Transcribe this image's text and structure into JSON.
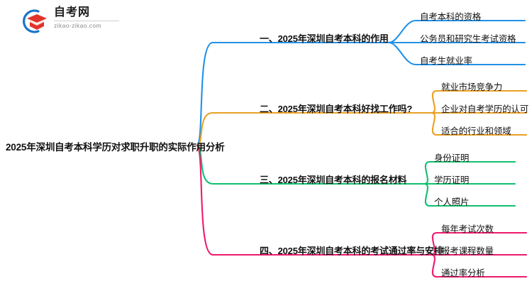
{
  "logo": {
    "title": "自考网",
    "domain": "zikao-zikao.com",
    "mark_icon": "graduation-cap-icon",
    "ring_color": "#1a73c8",
    "cap_color": "#e0342b"
  },
  "mindmap": {
    "root": {
      "label": "2025年深圳自考本科学历对求职升职的实际作用分析"
    },
    "branches": [
      {
        "id": "branch-1",
        "label": "一、2025年深圳自考本科的作用",
        "color": "#2191e8",
        "children": [
          {
            "label": "自考本科的资格"
          },
          {
            "label": "公务员和研究生考试资格"
          },
          {
            "label": "自考生就业率"
          }
        ]
      },
      {
        "id": "branch-2",
        "label": "二、2025年深圳自考本科好找工作吗?",
        "color": "#eba024",
        "children": [
          {
            "label": "就业市场竞争力"
          },
          {
            "label": "企业对自考学历的认可"
          },
          {
            "label": "适合的行业和领域"
          }
        ]
      },
      {
        "id": "branch-3",
        "label": "三、2025年深圳自考本科的报名材料",
        "color": "#10bf6f",
        "children": [
          {
            "label": "身份证明"
          },
          {
            "label": "学历证明"
          },
          {
            "label": "个人照片"
          }
        ]
      },
      {
        "id": "branch-4",
        "label": "四、2025年深圳自考本科的考试通过率与安排",
        "color": "#ee1a6d",
        "children": [
          {
            "label": "每年考试次数"
          },
          {
            "label": "报考课程数量"
          },
          {
            "label": "通过率分析"
          }
        ]
      }
    ]
  }
}
